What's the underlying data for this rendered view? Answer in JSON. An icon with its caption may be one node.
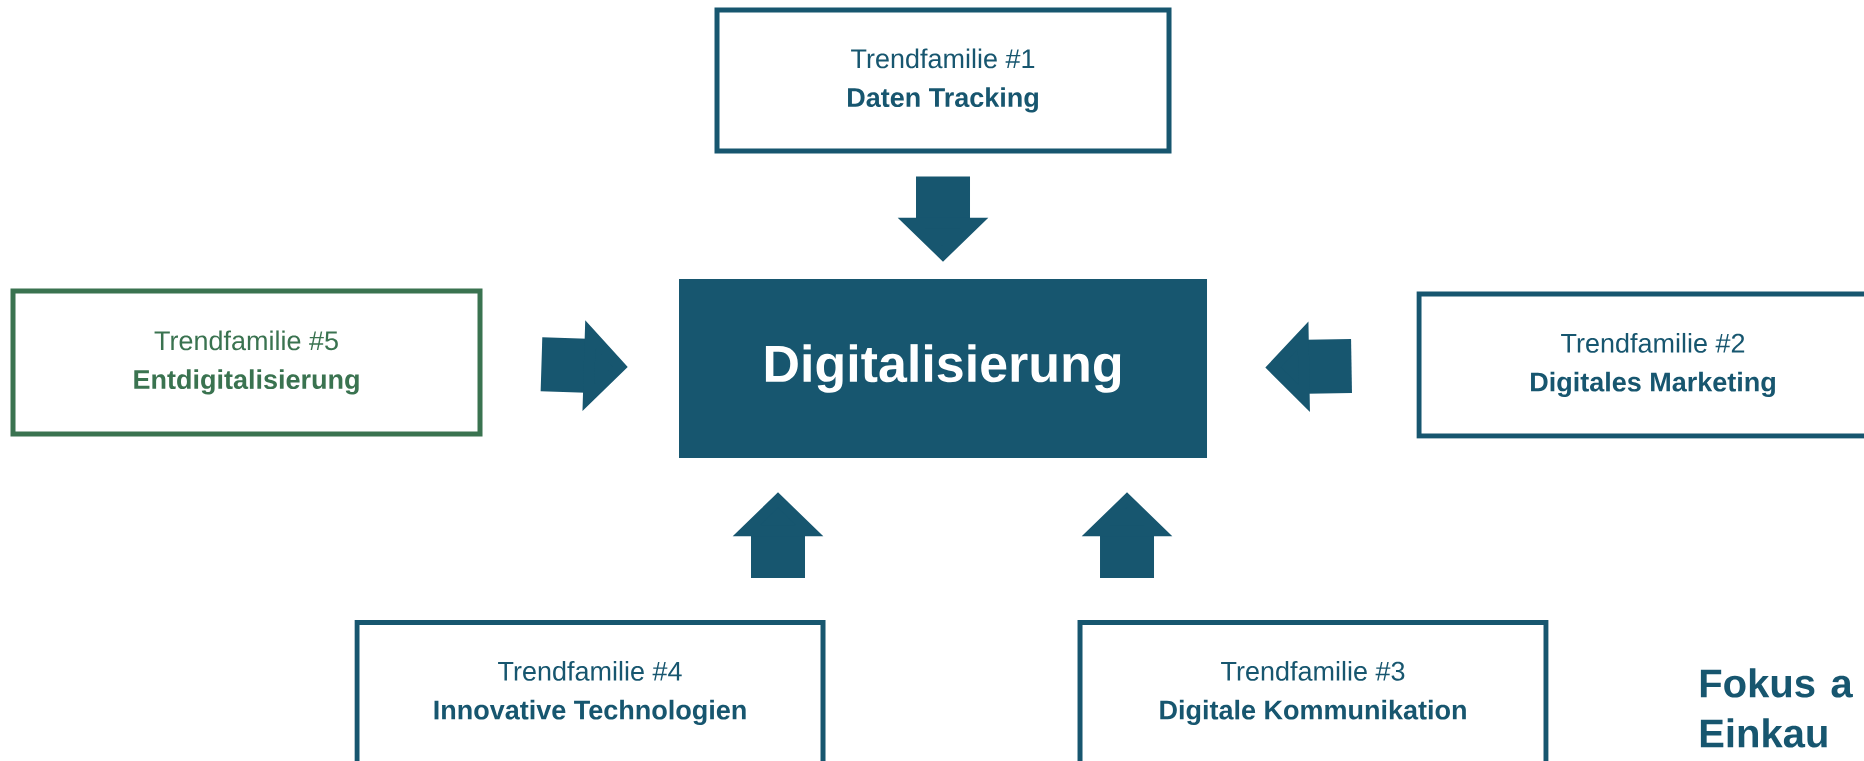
{
  "diagram": {
    "nodes": [
      {
        "text": [
          "Trendfamilie #1",
          "Daten Tracking"
        ]
      },
      {
        "text": [
          "Trendfamilie #5",
          "Entdigitalisierung"
        ]
      },
      {
        "text": [
          "Digitalisierung"
        ]
      },
      {
        "text": [
          "Trendfamilie #2",
          "Digitales Marketing"
        ]
      },
      {
        "text": [
          "Trendfamilie #4",
          "Innovative Technologien"
        ]
      },
      {
        "text": [
          "Trendfamilie #3",
          "Digitale Kommunikation"
        ]
      }
    ],
    "edges": [
      {
        "from": 0,
        "to": 2,
        "arrow": "to"
      },
      {
        "from": 1,
        "to": 2,
        "arrow": "to"
      },
      {
        "from": 3,
        "to": 2,
        "arrow": "to"
      },
      {
        "from": 4,
        "to": 2,
        "arrow": "to"
      },
      {
        "from": 5,
        "to": 2,
        "arrow": "to"
      }
    ],
    "labels": [
      "Fokus a Einkau"
    ]
  }
}
